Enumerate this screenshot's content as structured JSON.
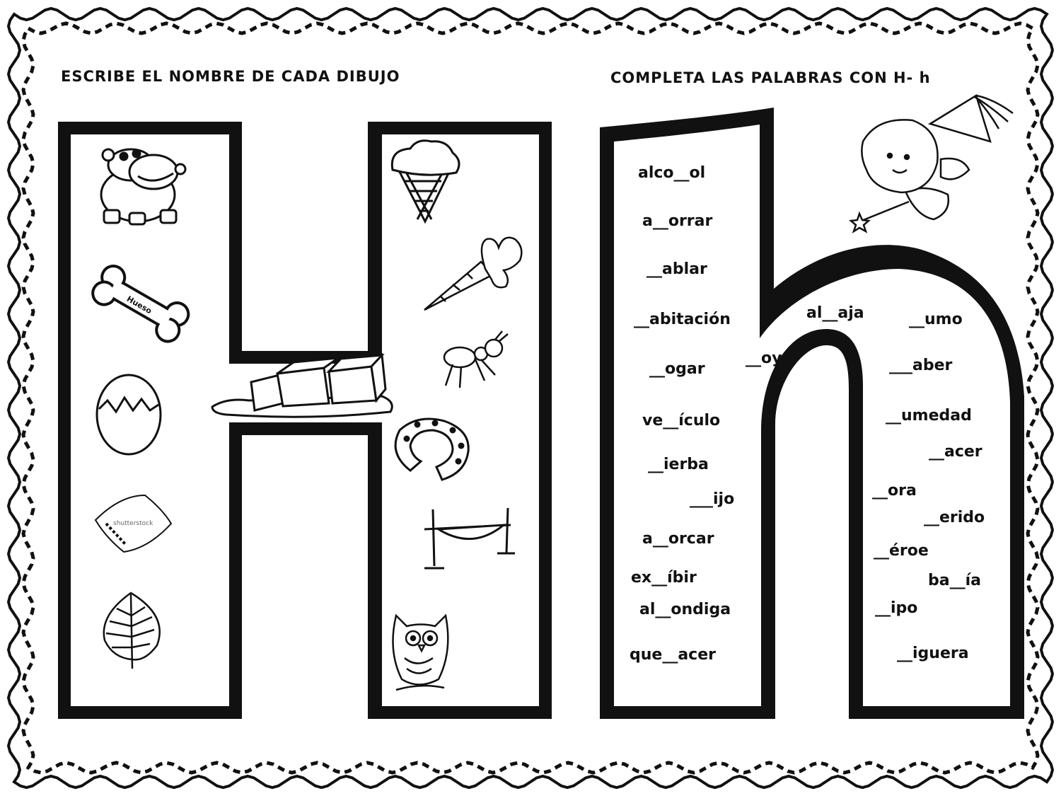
{
  "titles": {
    "left": "ESCRIBE EL NOMBRE DE CADA DIBUJO",
    "right": "COMPLETA LAS PALABRAS CON H- h"
  },
  "pictures": {
    "h_left": [
      "hippo-icon",
      "bone-icon",
      "egg-icon",
      "pillow-icon",
      "leaf-icon"
    ],
    "h_right": [
      "ice-cream-icon",
      "carrot-icon",
      "ant-icon",
      "horseshoe-icon",
      "hammock-icon",
      "owl-icon"
    ],
    "h_bar": "ice-cubes-icon",
    "decor": "fairy-icon"
  },
  "picture_text": {
    "bone": "Hueso",
    "pillow": "shutterstock"
  },
  "words": {
    "left_column": [
      "alco__ol",
      "a__orrar",
      "__ablar",
      "__abitación",
      "__ogar",
      "ve__ículo",
      "__ierba",
      "___ijo",
      "a__orcar",
      "ex__íbir",
      "al__ondiga",
      "que__acer"
    ],
    "middle": [
      "al__aja",
      "__oy"
    ],
    "right_column": [
      "__umo",
      "___aber",
      "__umedad",
      "__acer",
      "__ora",
      "__erido",
      "__éroe",
      "ba__ía",
      "__ipo",
      "__iguera"
    ]
  }
}
